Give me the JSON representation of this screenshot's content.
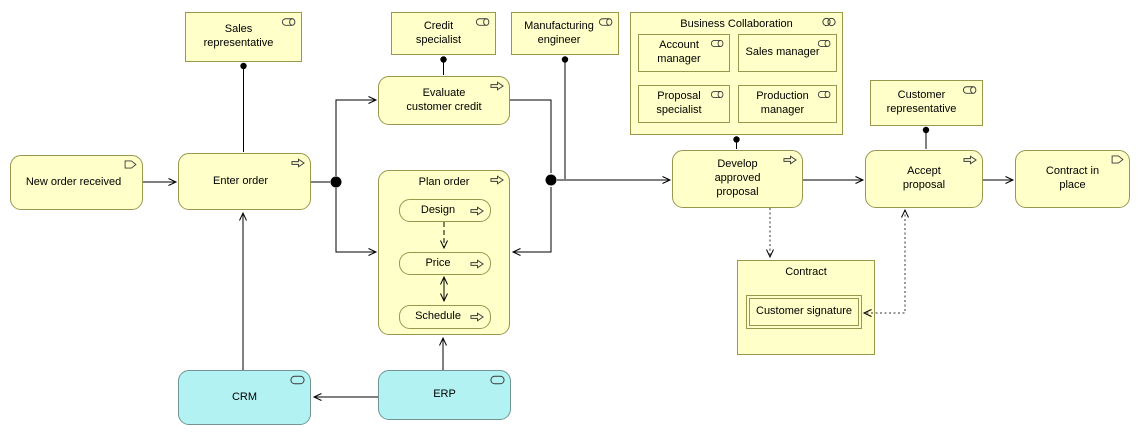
{
  "colors": {
    "business_fill": "#FFFFC9",
    "business_border": "#97974E",
    "application_fill": "#B3F2F2",
    "application_border": "#6F9595",
    "connector": "#000000",
    "junction": "#000000"
  },
  "icons": {
    "business_role": "role-icon",
    "business_process": "process-arrow-icon",
    "business_event": "event-icon",
    "business_collaboration": "collaboration-icon",
    "application_component": "component-icon"
  },
  "nodes": {
    "sales_rep": {
      "label": "Sales representative"
    },
    "credit_specialist": {
      "label": "Credit specialist"
    },
    "manufacturing_engineer": {
      "label": "Manufacturing engineer"
    },
    "business_collaboration": {
      "label": "Business Collaboration"
    },
    "account_manager": {
      "label": "Account manager"
    },
    "sales_manager": {
      "label": "Sales manager"
    },
    "proposal_specialist": {
      "label": "Proposal specialist"
    },
    "production_manager": {
      "label": "Production manager"
    },
    "customer_rep": {
      "label": "Customer representative"
    },
    "new_order": {
      "label": "New order received"
    },
    "enter_order": {
      "label": "Enter order"
    },
    "evaluate_credit": {
      "label": "Evaluate customer credit"
    },
    "plan_order": {
      "label": "Plan order"
    },
    "design": {
      "label": "Design"
    },
    "price": {
      "label": "Price"
    },
    "schedule": {
      "label": "Schedule"
    },
    "develop_proposal": {
      "label": "Develop approved proposal"
    },
    "accept_proposal": {
      "label": "Accept proposal"
    },
    "contract_in_place": {
      "label": "Contract in place"
    },
    "contract": {
      "label": "Contract"
    },
    "customer_signature": {
      "label": "Customer signature"
    },
    "crm": {
      "label": "CRM"
    },
    "erp": {
      "label": "ERP"
    }
  }
}
